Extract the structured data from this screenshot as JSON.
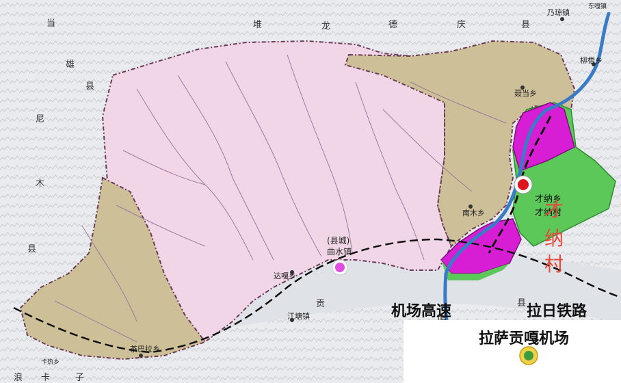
{
  "surrounding_labels": {
    "dangxiong_chars": [
      "当",
      "雄",
      "县"
    ],
    "nimu_chars": [
      "尼",
      "木",
      "县"
    ],
    "duilongdeqing_chars": [
      "堆",
      "龙",
      "德",
      "庆",
      "县"
    ],
    "south_chars": [
      "贡",
      "嘎",
      "县"
    ],
    "bottom_chars": [
      "浪",
      "卡",
      "子"
    ]
  },
  "places": {
    "naiqiong": "乃琼镇",
    "liuwu": "柳梧乡",
    "dongsong": "东嘎镇",
    "niedang": "聂当乡",
    "caina_xiang": "才纳乡",
    "caina_cun_small": "才纳村",
    "nanmu": "南木乡",
    "county_top": "(县城)",
    "county_bottom": "曲水镇",
    "daga": "达嘎乡",
    "jiangtang": "江塘镇",
    "chabala": "茶巴拉乡",
    "kare": "卡热乡"
  },
  "callouts": {
    "caina_big": [
      "才",
      "纳",
      "村"
    ],
    "airport_highway": "机场高速",
    "lari_railway": "拉日铁路",
    "airport": "拉萨贡嘎机场"
  },
  "colors": {
    "pink": "#f0d6e6",
    "khaki": "#cdbf98",
    "green": "#5cc85a",
    "magenta": "#d81ed4",
    "road": "#3a7bc6",
    "rail": "#111111",
    "boundary": "#6b3a55",
    "caina_text": "#e34a3a"
  }
}
